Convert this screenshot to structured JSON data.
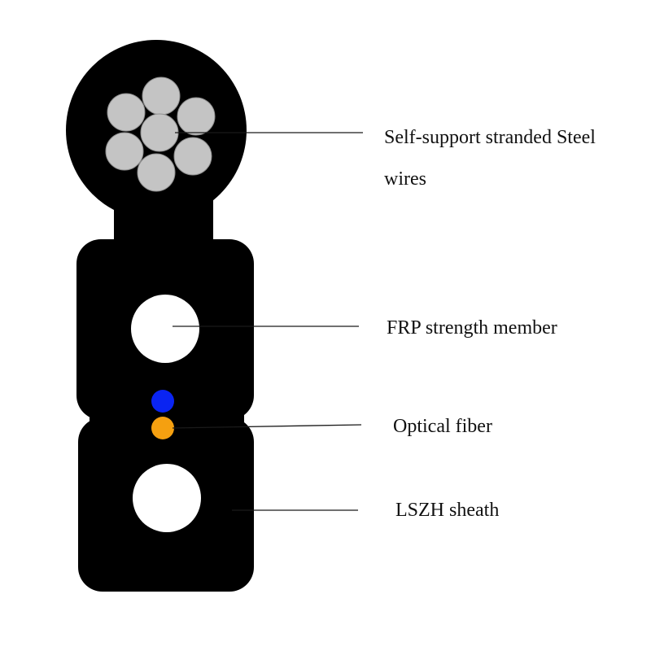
{
  "labels": {
    "steel_line1": "Self-support stranded Steel",
    "steel_line2": "wires",
    "frp": "FRP strength member",
    "fiber": "Optical fiber",
    "sheath": "LSZH sheath"
  },
  "colors": {
    "sheath": "#000000",
    "steel_wire": "#c4c4c4",
    "steel_wire_stroke": "#8f8f8f",
    "frp": "#ffffff",
    "fiber_blue": "#0a24f2",
    "fiber_orange": "#f5a010",
    "leader_line": "#1a1a1a"
  }
}
